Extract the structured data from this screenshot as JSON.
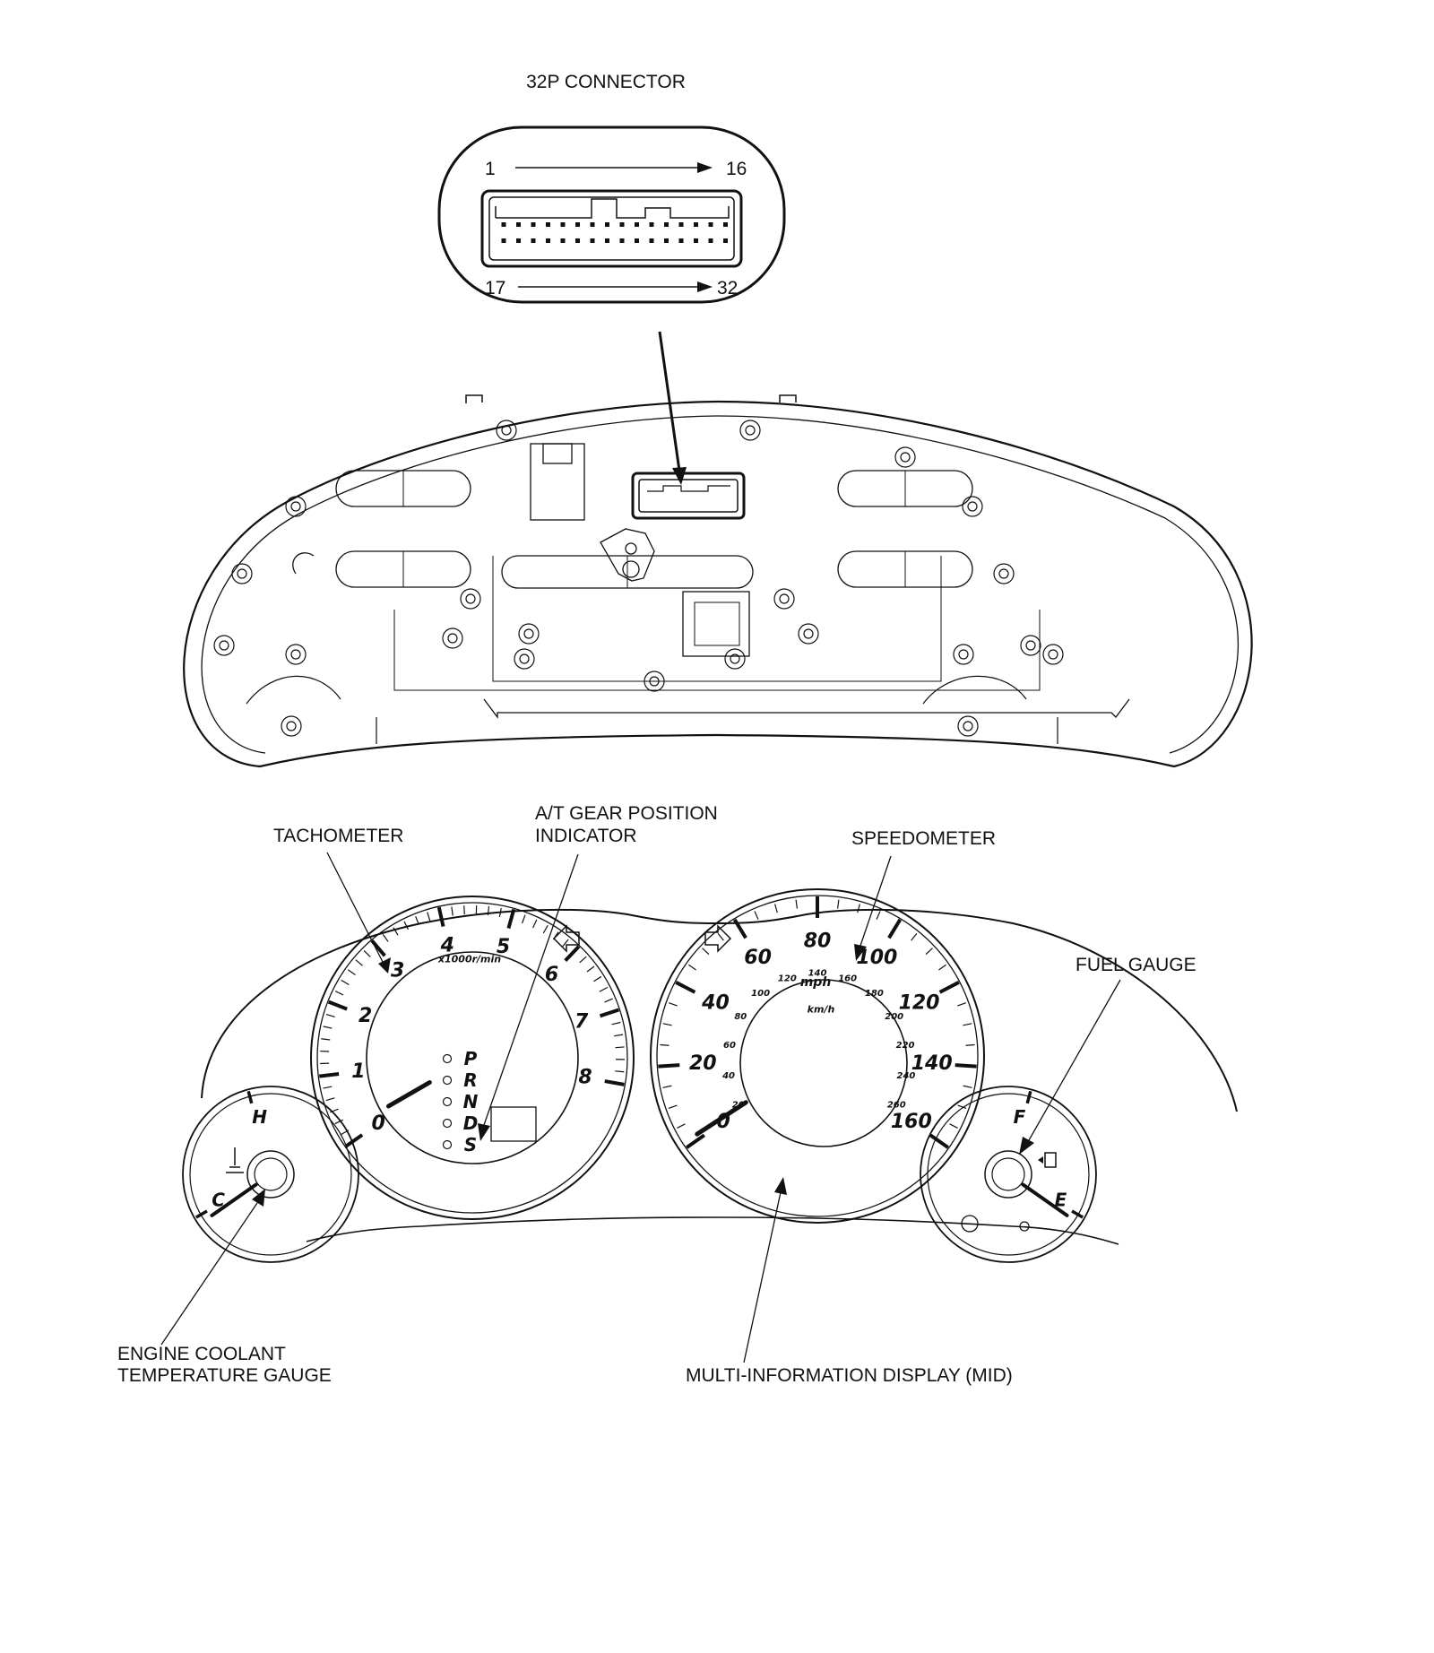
{
  "connector": {
    "title": "32P CONNECTOR",
    "pins_top_start": "1",
    "pins_top_end": "16",
    "pins_bottom_start": "17",
    "pins_bottom_end": "32"
  },
  "labels": {
    "tachometer": "TACHOMETER",
    "gear_indicator_line1": "A/T GEAR POSITION",
    "gear_indicator_line2": "INDICATOR",
    "speedometer": "SPEEDOMETER",
    "fuel_gauge": "FUEL GAUGE",
    "coolant_line1": "ENGINE COOLANT",
    "coolant_line2": "TEMPERATURE GAUGE",
    "mid": "MULTI-INFORMATION DISPLAY (MID)"
  },
  "tachometer": {
    "numbers": [
      "0",
      "1",
      "2",
      "3",
      "4",
      "5",
      "6",
      "7",
      "8"
    ],
    "unit": "x1000r/min"
  },
  "gear_positions": [
    "P",
    "R",
    "N",
    "D",
    "S"
  ],
  "speedometer": {
    "mph_numbers": [
      "0",
      "20",
      "40",
      "60",
      "80",
      "100",
      "120",
      "140",
      "160"
    ],
    "mph_unit": "mph",
    "kmh_numbers": [
      "20",
      "40",
      "60",
      "80",
      "100",
      "120",
      "140",
      "160",
      "180",
      "200",
      "220",
      "240",
      "260"
    ],
    "kmh_unit": "km/h"
  },
  "temp_gauge": {
    "hot": "H",
    "cold": "C"
  },
  "fuel_gauge_marks": {
    "full": "F",
    "empty": "E"
  },
  "colors": {
    "line": "#111111",
    "background": "#ffffff"
  }
}
